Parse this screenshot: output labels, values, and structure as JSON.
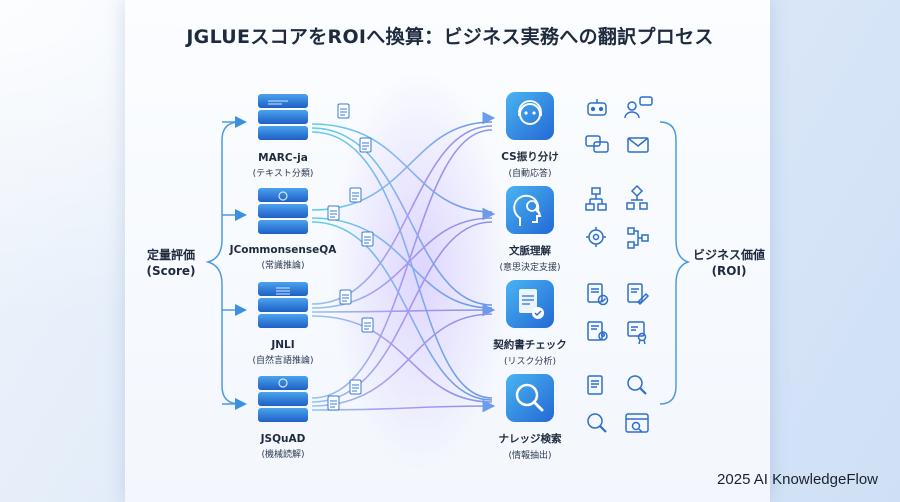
{
  "title": "JGLUEスコアをROIへ換算：ビジネス実務への翻訳プロセス",
  "left_label": {
    "line1": "定量評価",
    "line2": "(Score)"
  },
  "right_label": {
    "line1": "ビジネス価値",
    "line2": "(ROI)"
  },
  "datasets": [
    {
      "name": "MARC-ja",
      "desc": "(テキスト分類)"
    },
    {
      "name": "JCommonsenseQA",
      "desc": "(常識推論)"
    },
    {
      "name": "JNLI",
      "desc": "(自然言語推論)"
    },
    {
      "name": "JSQuAD",
      "desc": "(機械読解)"
    }
  ],
  "tasks": [
    {
      "name": "CS振り分け",
      "desc": "(自動応答)",
      "icon": "robot-headset-icon"
    },
    {
      "name": "文脈理解",
      "desc": "(意思決定支援)",
      "icon": "head-magnifier-icon"
    },
    {
      "name": "契約書チェック",
      "desc": "(リスク分析)",
      "icon": "document-check-icon"
    },
    {
      "name": "ナレッジ検索",
      "desc": "(情報抽出)",
      "icon": "magnifier-icon"
    }
  ],
  "icon_groups": [
    [
      "robot-icon",
      "user-chat-icon",
      "chat-bubbles-icon",
      "mail-icon"
    ],
    [
      "flowchart-icon",
      "decision-tree-icon",
      "gear-user-icon",
      "workflow-icon"
    ],
    [
      "document-check-icon",
      "contract-sign-icon",
      "document-user-icon",
      "certificate-icon"
    ],
    [
      "document-icon",
      "search-icon",
      "search-icon",
      "browser-search-icon"
    ]
  ],
  "watermark": "2025 AI KnowledgeFlow",
  "colors": {
    "accent": "#2f7fd8",
    "cyan": "#35c4e6",
    "violet": "#8a74e8",
    "text": "#1e2a3e"
  }
}
